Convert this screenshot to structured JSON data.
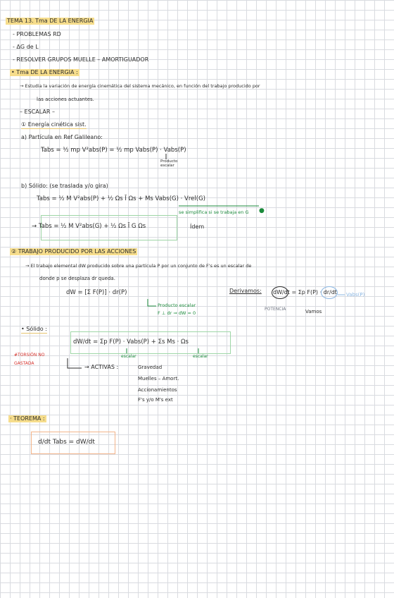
{
  "header": {
    "title": "TEMA 13. Tma DE LA ENERGIA",
    "items": [
      "- PROBLEMAS RD",
      "- ΔG de L",
      "- RESOLVER GRUPOS MUELLE – AMORTIGUADOR"
    ]
  },
  "section1": {
    "title": "• Tma DE LA ENERGIA :",
    "desc_line1": "→ Estudia la variación de energía cinemática del sistema mecánico, en función del trabajo producido por",
    "desc_line2": "las acciones actuantes.",
    "escalar": "– ESCALAR –"
  },
  "sub1": {
    "title": "① Energía cinética sist.",
    "a": "a) Partícula en Ref Galileano:",
    "eq_a": "Tabs = ½ mp V²abs(P) = ½ mp Vabs(P) · Vabs(P)",
    "note_prod": "Producto escalar",
    "b": "b) Sólido: (se traslada y/o gira)",
    "eq_b": "Tabs = ½ M V²abs(P) + ½ Ωs Ī Ωs + Ms Vabs(G) · Vrel(G)",
    "note_simplifica": "se simplifica si se trabaja en G",
    "eq_b2": "→ Tabs = ½ M V²abs(G) + ½ Ωs Ī G Ωs",
    "eq_b2_note": "Ídem"
  },
  "sub2": {
    "title": "② TRABAJO PRODUCIDO POR LAS ACCIONES",
    "desc_line1": "→ El trabajo elemental dW producido sobre una partícula P por un conjunto de F's es un escalar de",
    "desc_line2": "donde p se desplaza dr queda.",
    "eq": "dW = [Σ F(P)] · dr(P)",
    "note_prod": "Producto escalar",
    "note_perp": "F ⊥ dr ⇒ dW = 0",
    "derivamos": "Derivamos:",
    "deriv_eq": "dW/dt = Σp F(P) · dr/dt",
    "vabs": "Vabs(P)",
    "potencia": "POTENCIA",
    "vamos": "Vamos"
  },
  "solido": {
    "label": "• Sólido :",
    "eq": "dW/dt = Σp F(P) · Vabs(P) + Σs Ms · Ωs",
    "escalar1": "escalar",
    "escalar2": "escalar",
    "side_note": [
      "#TORSIÓN NO",
      "GASTADA"
    ],
    "activas": "→ ACTIVAS :",
    "activas_list": [
      "Gravedad",
      "Muelles – Amort.",
      "Accionamientos",
      "F's y/o M's ext"
    ]
  },
  "teorema": {
    "label": "· TEOREMA :",
    "eq": "d/dt Tabs = dW/dt"
  },
  "colors": {
    "highlight": "#f6dd8c",
    "green": "#1b8a3b",
    "blue": "#8bb7e3",
    "red": "#d6322b",
    "orange": "#f3b48a"
  }
}
